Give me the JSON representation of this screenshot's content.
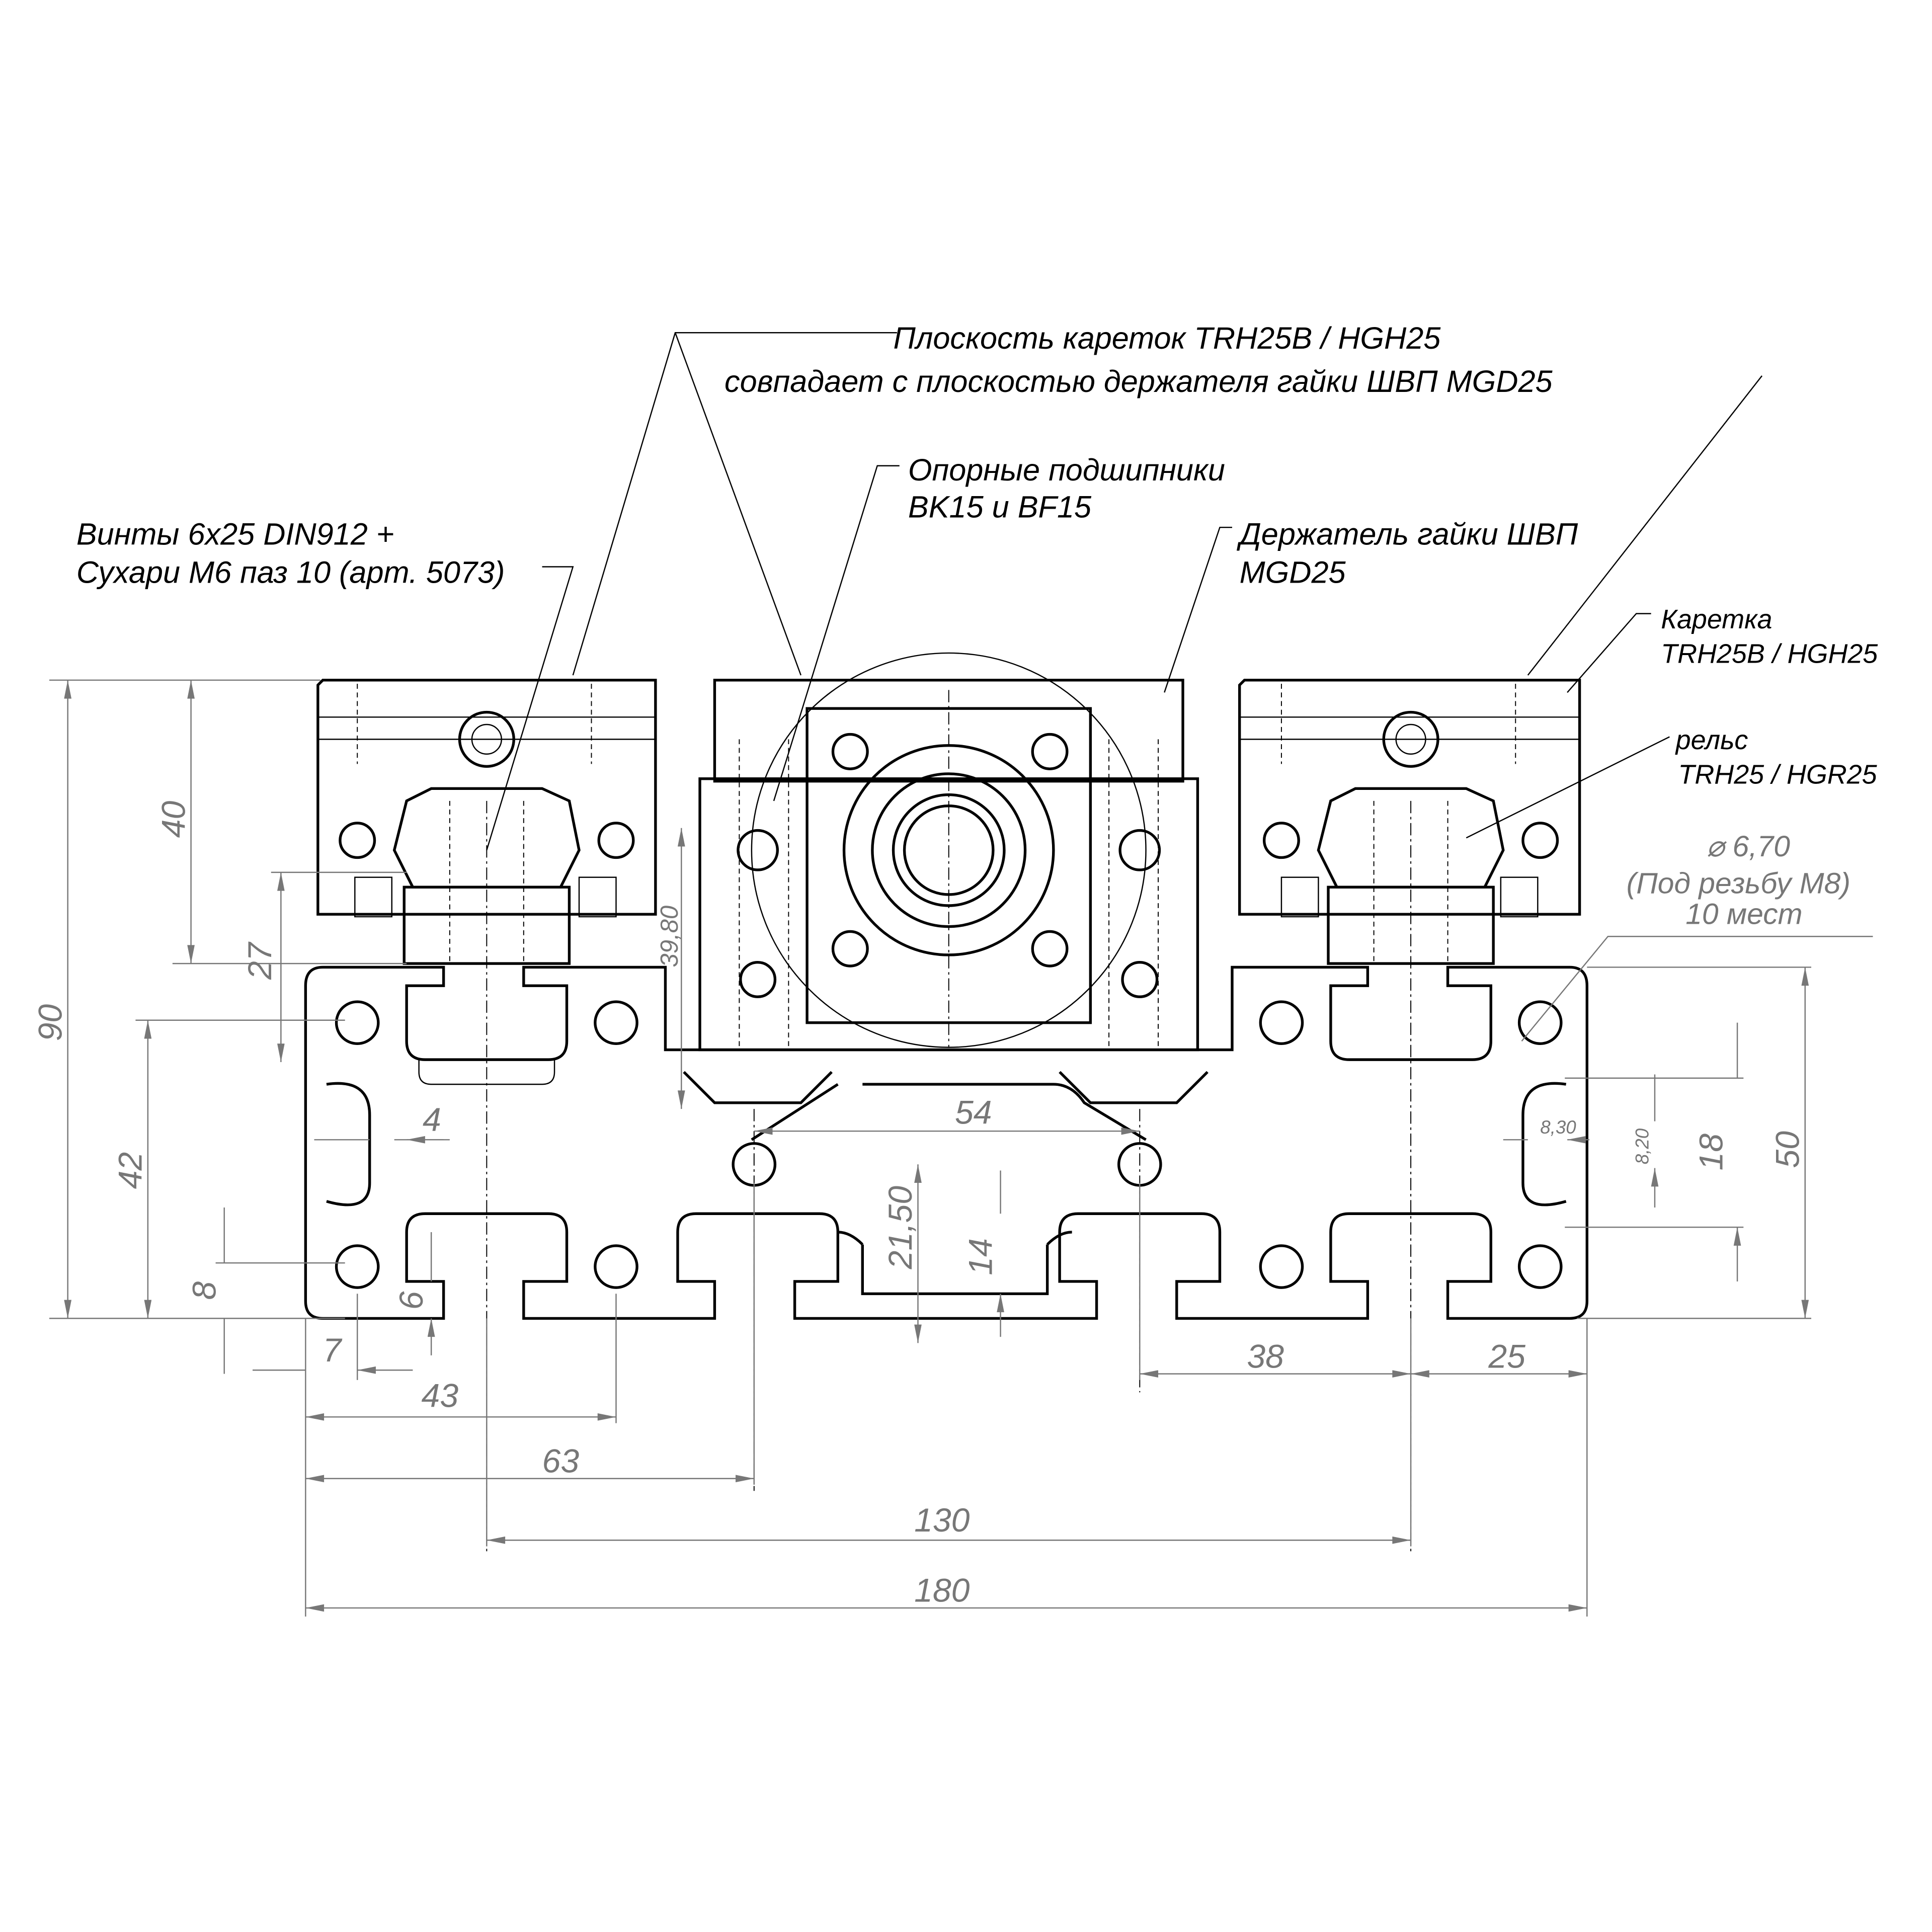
{
  "notes": {
    "plane_line1": "Плоскость кареток TRH25B / HGH25",
    "plane_line2": "совпадает с плоскостью держателя гайки ШВП MGD25",
    "bearings_line1": "Опорные подшипники",
    "bearings_line2": "BK15 и BF15",
    "screws_line1": "Винты 6x25 DIN912 +",
    "screws_line2": "Сухари М6 паз 10 (арт. 5073)",
    "nut_holder_line1": "Держатель гайки ШВП",
    "nut_holder_line2": "MGD25",
    "carriage_line1": "Каретка",
    "carriage_line2": "TRH25B / HGH25",
    "rail_line1": "рельс",
    "rail_line2": "TRH25 / HGR25",
    "hole_line1": "⌀ 6,70",
    "hole_line2": "(Под резьбу М8)",
    "hole_line3": "10 мест"
  },
  "dimensions": {
    "d90": "90",
    "d40": "40",
    "d27": "27",
    "d42": "42",
    "d4": "4",
    "d8": "8",
    "d6": "6",
    "d7": "7",
    "d43": "43",
    "d63": "63",
    "d130": "130",
    "d180": "180",
    "d54": "54",
    "d21_50": "21,50",
    "d14": "14",
    "d39_80": "39,80",
    "d38": "38",
    "d25": "25",
    "d18": "18",
    "d50": "50",
    "d8_30": "8,30",
    "d8_20": "8,20"
  },
  "colors": {
    "line": "#000000",
    "dimension": "#777777"
  }
}
